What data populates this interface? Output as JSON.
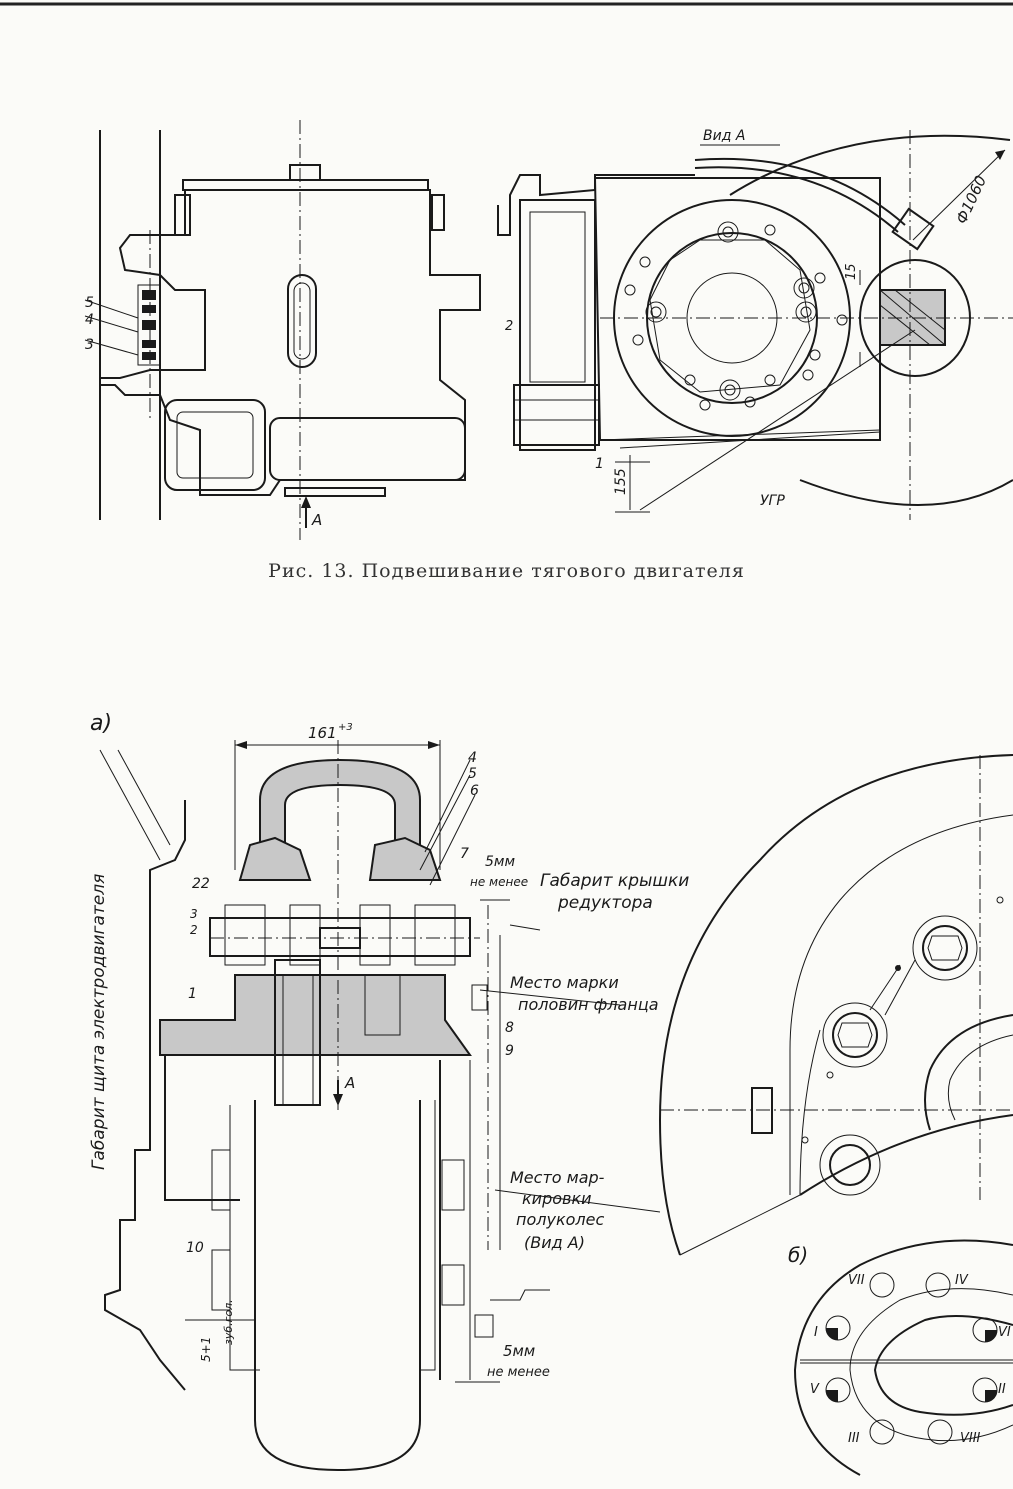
{
  "figure13": {
    "caption": "Рис. 13. Подвешивание тягового двигателя",
    "part_numbers": [
      "5",
      "4",
      "3",
      "2",
      "1"
    ],
    "view_label": "Вид А",
    "view_arrow_label": "А",
    "dim_diameter": "Ф1060",
    "dim_15": "15",
    "dim_155": "155",
    "dim_ugr": "УГР"
  },
  "figure_a": {
    "panel_label": "а)",
    "vertical_label": "Габарит щита электродвигателя",
    "dim_161": "161",
    "dim_161_tol": "+3",
    "part_numbers": [
      "4",
      "5",
      "6",
      "7",
      "22",
      "3",
      "2",
      "1",
      "8",
      "9",
      "10"
    ],
    "note_5mm_top_1": "5мм",
    "note_5mm_top_2": "не менее",
    "note_gabarit_1": "Габарит крышки",
    "note_gabarit_2": "редуктора",
    "note_flange_1": "Место марки",
    "note_flange_2": "половин фланца",
    "note_halfwheel_1": "Место мар-",
    "note_halfwheel_2": "кировки",
    "note_halfwheel_3": "полуколес",
    "note_halfwheel_4": "(Вид А)",
    "section_arrow": "А",
    "note_5mm_bottom_1": "5мм",
    "note_5mm_bottom_2": "не менее",
    "dim_left": "5+1",
    "gear_label": "зуб.гол."
  },
  "figure_b": {
    "panel_label": "б)",
    "roman_labels": [
      "VII",
      "IV",
      "I",
      "VI",
      "V",
      "II",
      "III",
      "VIII"
    ]
  }
}
